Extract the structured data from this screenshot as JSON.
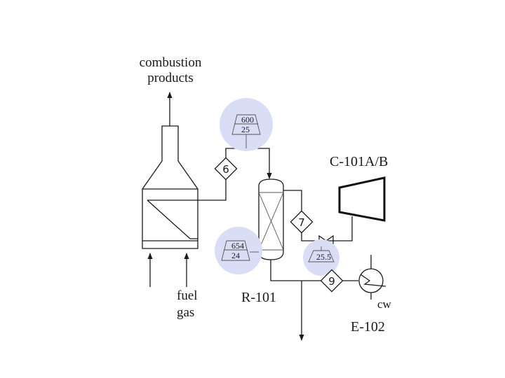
{
  "labels": {
    "combustion_line1": "combustion",
    "combustion_line2": "products",
    "fuel_line1": "fuel",
    "fuel_line2": "gas",
    "reactor": "R-101",
    "compressor": "C-101A/B",
    "exchanger": "E-102",
    "cooling_water": "cw"
  },
  "streams": {
    "s6": "6",
    "s7": "7",
    "s9": "9"
  },
  "conditions": {
    "top_temp": "600",
    "top_pressure": "25",
    "reactor_temp": "654",
    "reactor_pressure": "24",
    "valve_pressure": "25.5"
  },
  "colors": {
    "flag_highlight": "#d9def6",
    "line": "#1a1a1a"
  }
}
